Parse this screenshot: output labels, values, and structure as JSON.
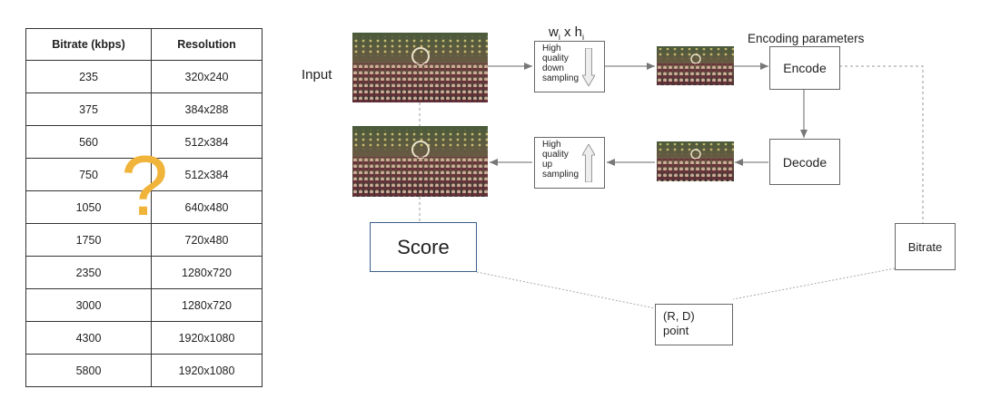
{
  "table": {
    "headers": [
      "Bitrate (kbps)",
      "Resolution"
    ],
    "rows": [
      [
        "235",
        "320x240"
      ],
      [
        "375",
        "384x288"
      ],
      [
        "560",
        "512x384"
      ],
      [
        "750",
        "512x384"
      ],
      [
        "1050",
        "640x480"
      ],
      [
        "1750",
        "720x480"
      ],
      [
        "2350",
        "1280x720"
      ],
      [
        "3000",
        "1280x720"
      ],
      [
        "4300",
        "1920x1080"
      ],
      [
        "5800",
        "1920x1080"
      ]
    ],
    "overlay_symbol": "?"
  },
  "diagram": {
    "input_label": "Input",
    "dims_label_w": "w",
    "dims_label_i1": "i",
    "dims_label_x": " x h",
    "dims_label_i2": "i",
    "encoding_params_label": "Encoding parameters",
    "downsampler": {
      "lines": [
        "High",
        "quality",
        "down",
        "sampling"
      ]
    },
    "upsampler": {
      "lines": [
        "High",
        "quality",
        "up",
        "sampling"
      ]
    },
    "encode_label": "Encode",
    "decode_label": "Decode",
    "score_label": "Score",
    "bitrate_label": "Bitrate",
    "rd_point": {
      "line1": "(R, D)",
      "line2": "point"
    }
  },
  "colors": {
    "question_mark": "#f0b43a",
    "score_border": "#3a5f8a",
    "arrow": "#777777"
  }
}
